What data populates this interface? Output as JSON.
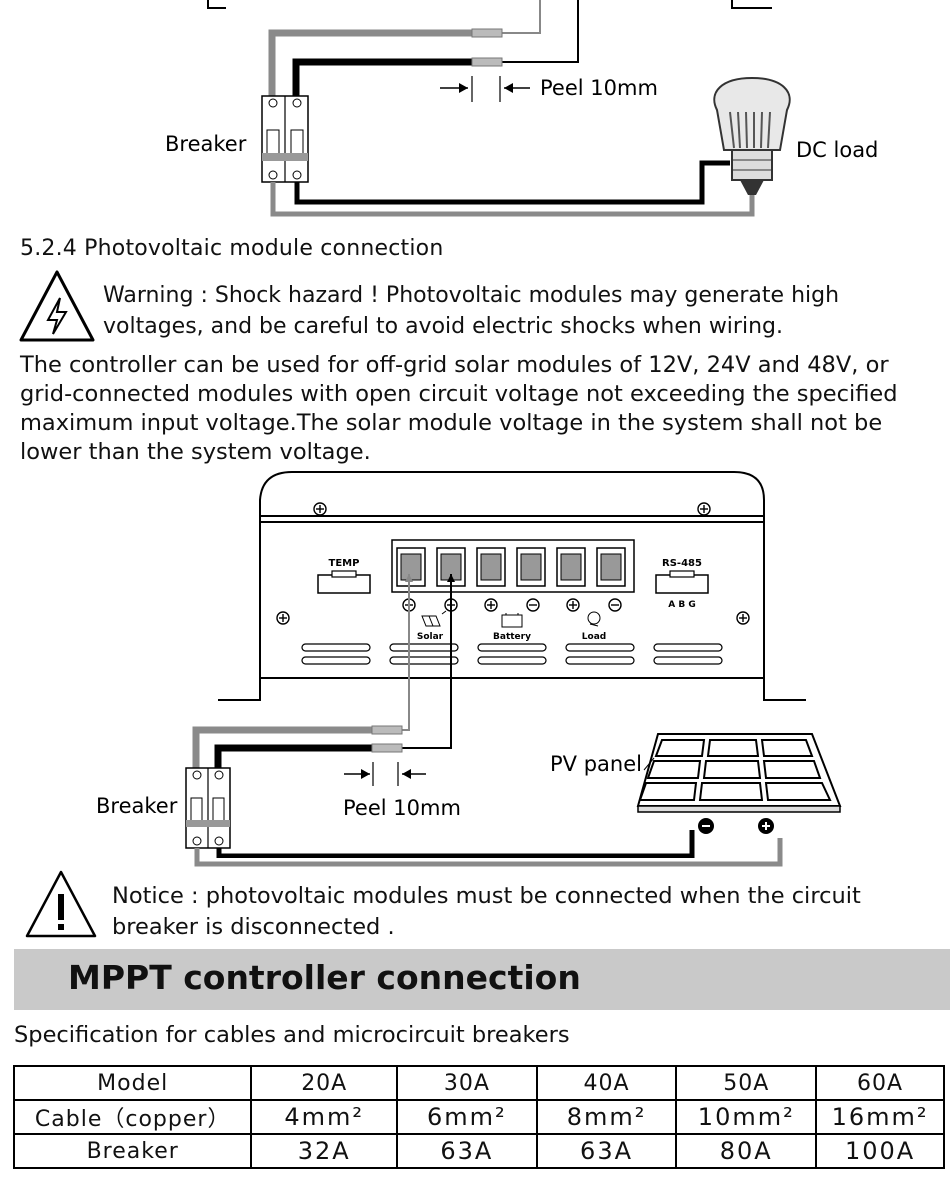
{
  "top_diagram": {
    "breaker_label": "Breaker",
    "peel_label": "Peel 10mm",
    "load_label": "DC load"
  },
  "section": {
    "heading": "5.2.4  Photovoltaic module connection",
    "warning_text": "Warning : Shock hazard ! Photovoltaic modules may generate high voltages, and be careful to avoid electric shocks when wiring.",
    "paragraph": "The controller can be used for off-grid solar modules of 12V, 24V and 48V, or grid-connected modules with open circuit voltage not exceeding the specified maximum input voltage.The solar module voltage in the system shall not be lower than the system voltage."
  },
  "mid_diagram": {
    "temp_label": "TEMP",
    "rs485_label": "RS-485",
    "abg_label": "A B G",
    "solar_label": "Solar",
    "battery_label": "Battery",
    "load_label": "Load",
    "breaker_label": "Breaker",
    "peel_label": "Peel 10mm",
    "pv_label": "PV panel"
  },
  "notice_text": "Notice : photovoltaic modules must be connected when the circuit breaker is disconnected .",
  "band_title": "MPPT controller connection",
  "spec_title": "Specification for cables and microcircuit breakers",
  "spec_table": {
    "rows": [
      [
        "Model",
        "20A",
        "30A",
        "40A",
        "50A",
        "60A"
      ],
      [
        "Cable（copper）",
        "4mm²",
        "6mm²",
        "8mm²",
        "10mm²",
        "16mm²"
      ],
      [
        "Breaker",
        "32A",
        "63A",
        "63A",
        "80A",
        "100A"
      ]
    ]
  }
}
